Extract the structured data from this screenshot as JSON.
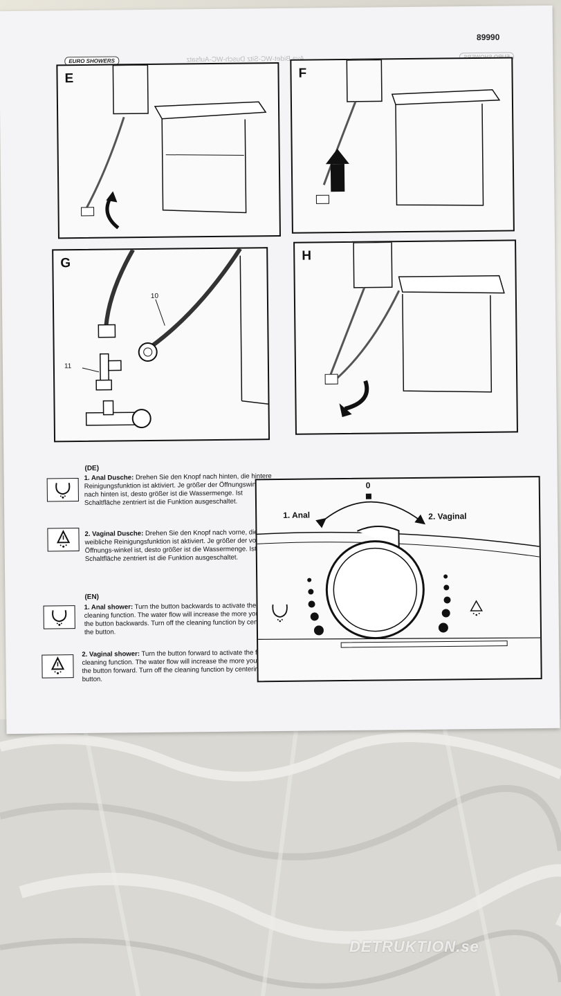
{
  "document": {
    "number": "89990",
    "header_brand": "EURO SHOWERS",
    "header_title_ghost": "Montageanleitung / Fitting instructions",
    "header_title_mirror": "Ava Bidet-WC-Sitz Dusch-WC-Aufsatz"
  },
  "panels": [
    {
      "label": "E"
    },
    {
      "label": "F"
    },
    {
      "label": "G",
      "callouts": [
        "10",
        "11"
      ]
    },
    {
      "label": "H"
    }
  ],
  "instructions": {
    "de": {
      "lang": "(DE)",
      "items": [
        {
          "title": "1. Anal Dusche:",
          "text": "Drehen Sie den Knopf nach hinten, die hintere Reinigungsfunktion ist aktiviert. Je größer der Öffnungswinkel nach hinten ist, desto größer ist die Wassermenge. Ist Schaltfläche zentriert ist die Funktion ausgeschaltet.",
          "icon": "anal-shower-icon"
        },
        {
          "title": "2. Vaginal Dusche:",
          "text": "Drehen Sie den Knopf nach vorne, die weibliche Reinigungsfunktion ist aktiviert. Je größer der vordere Öffnungs-winkel ist, desto größer ist die Wassermenge. Ist Schaltfläche zentriert ist die Funktion ausgeschaltet.",
          "icon": "vaginal-shower-icon"
        }
      ]
    },
    "en": {
      "lang": "(EN)",
      "items": [
        {
          "title": "1. Anal shower:",
          "text": "Turn the button backwards to activate the rear cleaning function. The water flow will increase the more you turn the button backwards. Turn off the cleaning function by centering the button.",
          "icon": "anal-shower-icon"
        },
        {
          "title": "2. Vaginal shower:",
          "text": "Turn the button forward to activate the female cleaning function. The water flow will increase the more you turn the button forward. Turn off the cleaning function by centering the button.",
          "icon": "vaginal-shower-icon"
        }
      ]
    }
  },
  "dial": {
    "center_label": "0",
    "left_label": "1. Anal",
    "right_label": "2. Vaginal"
  },
  "watermark": "DETRUKTION.se"
}
